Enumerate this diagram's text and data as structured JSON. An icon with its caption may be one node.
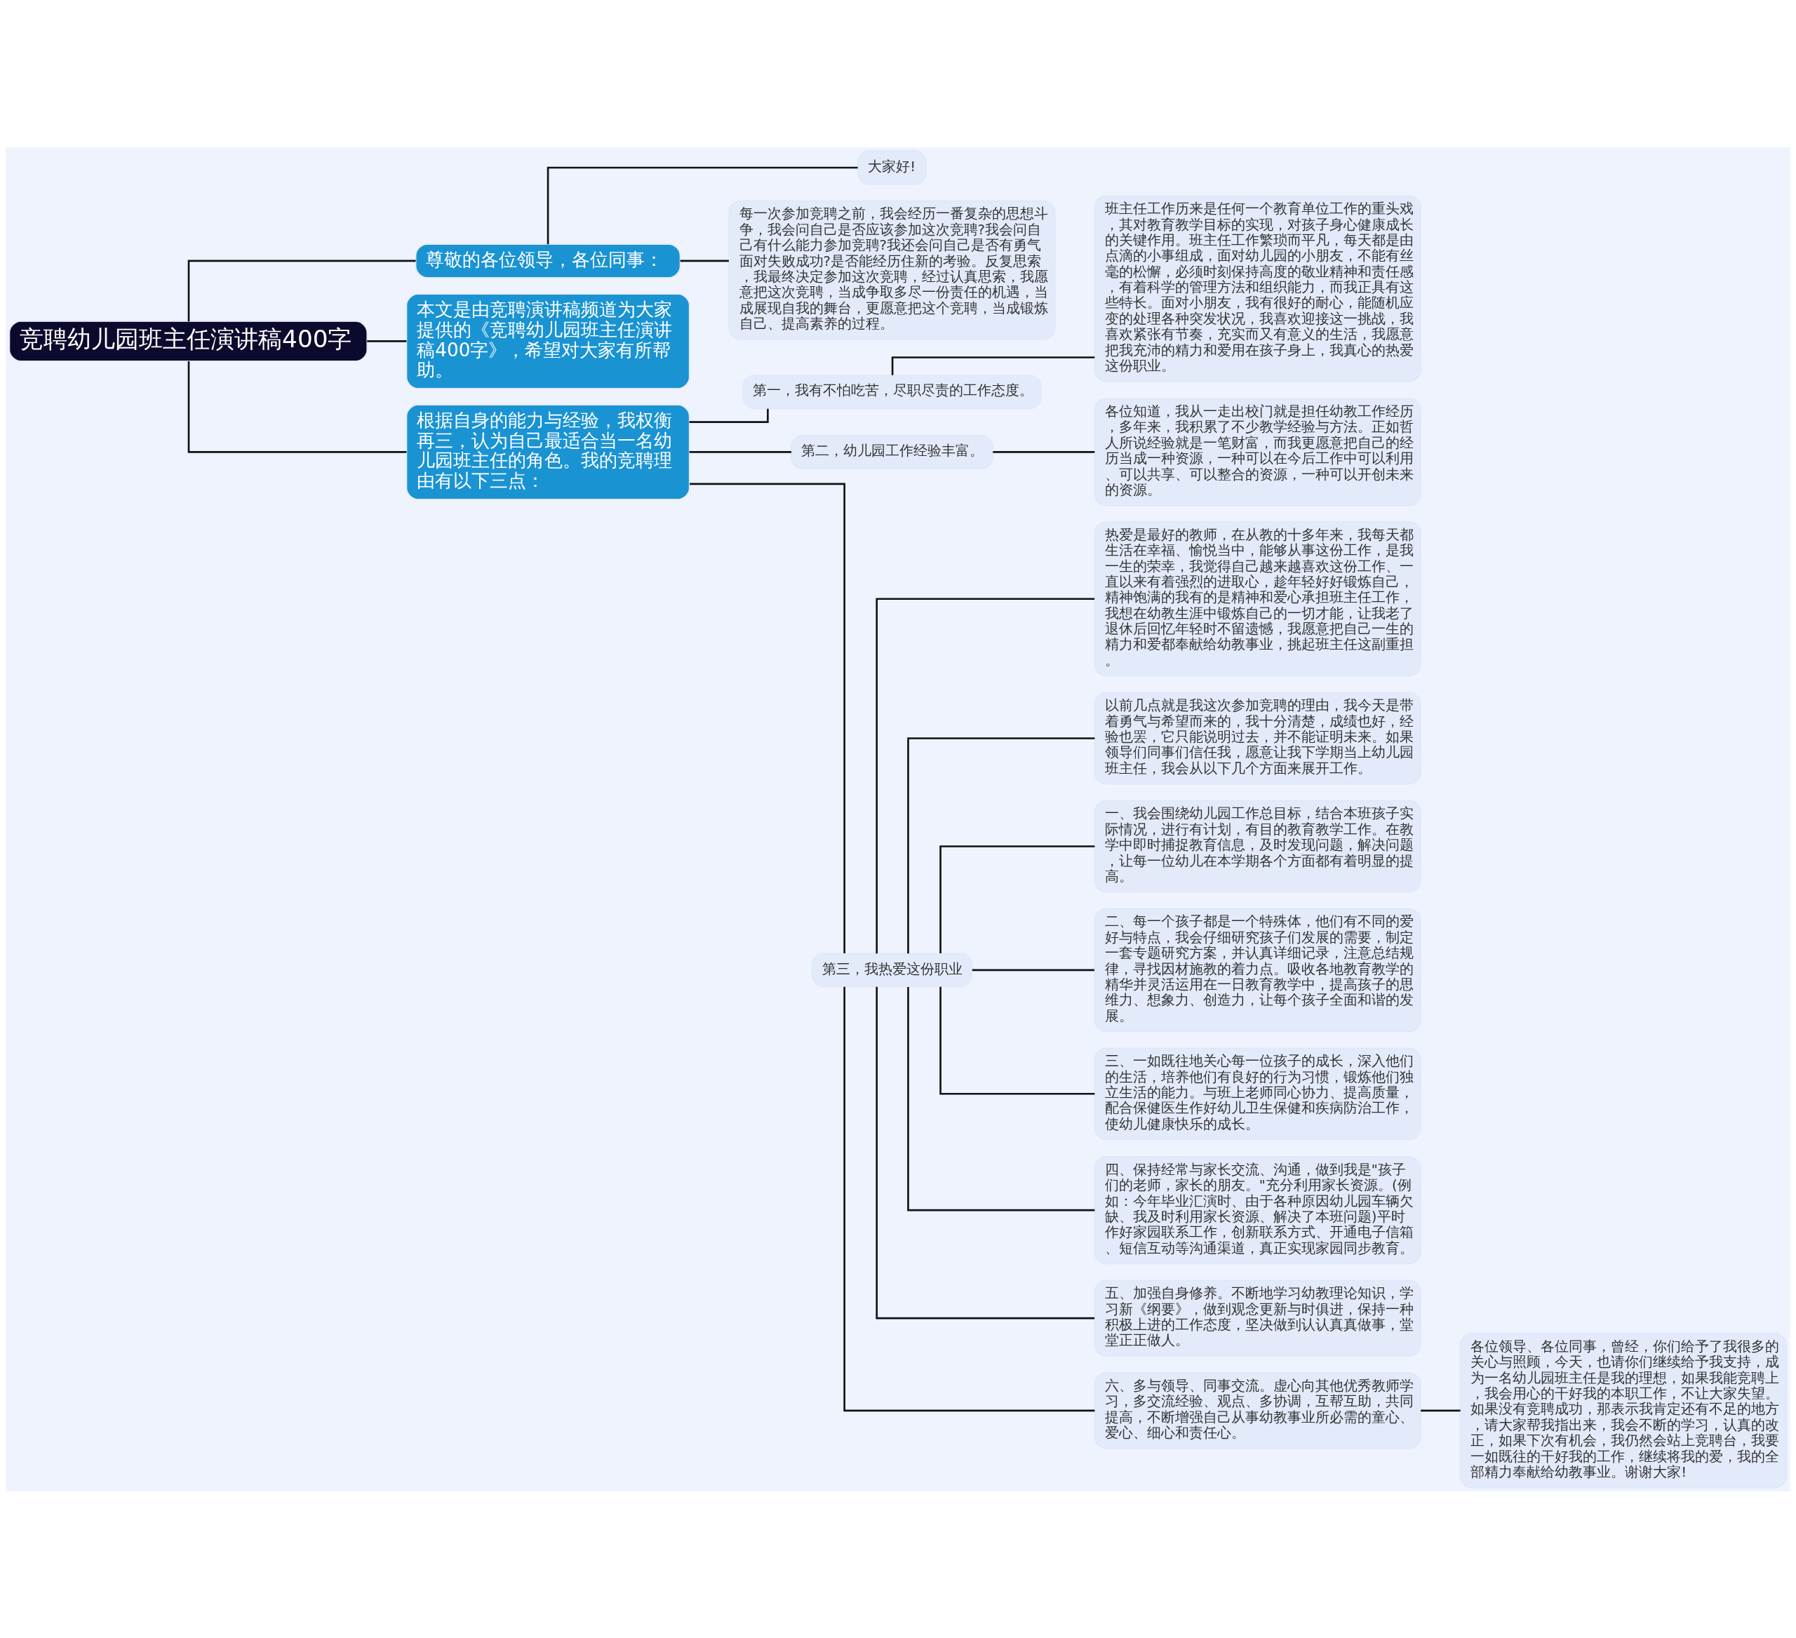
{
  "diagram": {
    "nodes": [
      {
        "text": [
          "竞聘幼儿园班主任演讲稿400字"
        ]
      },
      {
        "text": [
          "尊敬的各位领导，各位同事："
        ]
      },
      {
        "text": [
          "大家好!"
        ]
      },
      {
        "text": [
          "每一次参加竞聘之前，我会经历一番复杂的思想斗争，我会问自己是否应该参加这次竞聘?我会问自己有什么能力参加竞聘?我还会问自己是否有勇气面对失败成功?是否能经历住新的考验。反复思索，我最终决定参加这次竞聘，经过认真思索，我愿意把这次竞聘，当成争取多尽一份责任的机遇，当成展现自我的舞台，更愿意把这个竞聘，当成锻炼自己、提高素养的过程。"
        ]
      },
      {
        "text": [
          "本文是由竞聘演讲稿频道为大家提供的《竞聘幼儿园班主任演讲稿400字》，希望对大家有所帮助。"
        ]
      },
      {
        "text": [
          "根据自身的能力与经验，我权衡再三，认为自己最适合当一名幼儿园班主任的角色。我的竞聘理由有以下三点："
        ]
      },
      {
        "text": [
          "第一，我有不怕吃苦，尽职尽责的工作态度。"
        ]
      },
      {
        "text": [
          "班主任工作历来是任何一个教育单位工作的重头戏，其对教育教学目标的实现，对孩子身心健康成长的关键作用。班主任工作繁琐而平凡，每天都是由点滴的小事组成，面对幼儿园的小朋友，不能有丝毫的松懈，必须时刻保持高度的敬业精神和责任感，有着科学的管理方法和组织能力，而我正具有这些特长。面对小朋友，我有很好的耐心，能随机应变的处理各种突发状况，我喜欢迎接这一挑战，我喜欢紧张有节奏，充实而又有意义的生活，我愿意把我充沛的精力和爱用在孩子身上，我真心的热爱这份职业。"
        ]
      },
      {
        "text": [
          "第二，幼儿园工作经验丰富。"
        ]
      },
      {
        "text": [
          "各位知道，我从一走出校门就是担任幼教工作经历，多年来，我积累了不少教学经验与方法。正如哲人所说经验就是一笔财富，而我更愿意把自己的经历当成一种资源，一种可以在今后工作中可以利用、可以共享、可以整合的资源，一种可以开创未来的资源。"
        ]
      },
      {
        "text": [
          "第三，我热爱这份职业"
        ]
      },
      {
        "text": [
          "热爱是最好的教师，在从教的十多年来，我每天都生活在幸福、愉悦当中，能够从事这份工作，是我一生的荣幸，我觉得自己越来越喜欢这份工作、一直以来有着强烈的进取心，趁年轻好好锻炼自己，精神饱满的我有的是精神和爱心承担班主任工作，我想在幼教生涯中锻炼自己的一切才能，让我老了退休后回忆年轻时不留遗憾，我愿意把自己一生的精力和爱都奉献给幼教事业，挑起班主任这副重担。"
        ]
      },
      {
        "text": [
          "以前几点就是我这次参加竞聘的理由，我今天是带着勇气与希望而来的，我十分清楚，成绩也好，经验也罢，它只能说明过去，并不能证明未来。如果领导们同事们信任我，愿意让我下学期当上幼儿园班主任，我会从以下几个方面来展开工作。"
        ]
      },
      {
        "text": [
          "一、我会围绕幼儿园工作总目标，结合本班孩子实际情况，进行有计划，有目的教育教学工作。在教学中即时捕捉教育信息，及时发现问题，解决问题，让每一位幼儿在本学期各个方面都有着明显的提高。"
        ]
      },
      {
        "text": [
          "二、每一个孩子都是一个特殊体，他们有不同的爱好与特点，我会仔细研究孩子们发展的需要，制定一套专题研究方案，并认真详细记录，注意总结规律，寻找因材施教的着力点。吸收各地教育教学的精华并灵活运用在一日教育教学中，提高孩子的思维力、想象力、创造力，让每个孩子全面和谐的发展。"
        ]
      },
      {
        "text": [
          "三、一如既往地关心每一位孩子的成长，深入他们的生活，培养他们有良好的行为习惯，锻炼他们独立生活的能力。与班上老师同心协力、提高质量，配合保健医生作好幼儿卫生保健和疾病防治工作，使幼儿健康快乐的成长。"
        ]
      },
      {
        "text": [
          "四、保持经常与家长交流、沟通，做到我是\"孩子们的老师，家长的朋友。\"充分利用家长资源。(例如：今年毕业汇演时、由于各种原因幼儿园车辆欠缺、我及时利用家长资源、解决了本班问题)平时作好家园联系工作，创新联系方式、开通电子信箱、短信互动等沟通渠道，真正实现家园同步教育。"
        ]
      },
      {
        "text": [
          "五、加强自身修养。不断地学习幼教理论知识，学习新《纲要》，做到观念更新与时俱进，保持一种积极上进的工作态度，坚决做到认认真真做事，堂堂正正做人。"
        ]
      },
      {
        "text": [
          "六、多与领导、同事交流。虚心向其他优秀教师学习，多交流经验、观点、多协调，互帮互助，共同提高，不断增强自己从事幼教事业所必需的童心、爱心、细心和责任心。"
        ]
      },
      {
        "text": [
          "各位领导、各位同事，曾经，你们给予了我很多的关心与照顾，今天，也请你们继续给予我支持，成为一名幼儿园班主任是我的理想，如果我能竞聘上，我会用心的干好我的本职工作，不让大家失望。如果没有竞聘成功，那表示我肯定还有不足的地方，请大家帮我指出来，我会不断的学习，认真的改正，如果下次有机会，我仍然会站上竞聘台，我要一如既往的干好我的工作，继续将我的爱，我的全部精力奉献给幼教事业。谢谢大家!"
        ]
      }
    ],
    "edges": [
      {
        "from": 0,
        "to": 1,
        "arrow": "none"
      },
      {
        "from": 1,
        "to": 2,
        "arrow": "none"
      },
      {
        "from": 1,
        "to": 3,
        "arrow": "none"
      },
      {
        "from": 0,
        "to": 4,
        "arrow": "none"
      },
      {
        "from": 0,
        "to": 5,
        "arrow": "none"
      },
      {
        "from": 5,
        "to": 6,
        "arrow": "none"
      },
      {
        "from": 6,
        "to": 7,
        "arrow": "none"
      },
      {
        "from": 5,
        "to": 8,
        "arrow": "none"
      },
      {
        "from": 8,
        "to": 9,
        "arrow": "none"
      },
      {
        "from": 5,
        "to": 10,
        "arrow": "none"
      },
      {
        "from": 10,
        "to": 11,
        "arrow": "none"
      },
      {
        "from": 10,
        "to": 12,
        "arrow": "none"
      },
      {
        "from": 10,
        "to": 13,
        "arrow": "none"
      },
      {
        "from": 10,
        "to": 14,
        "arrow": "none"
      },
      {
        "from": 10,
        "to": 15,
        "arrow": "none"
      },
      {
        "from": 10,
        "to": 16,
        "arrow": "none"
      },
      {
        "from": 10,
        "to": 17,
        "arrow": "none"
      },
      {
        "from": 10,
        "to": 18,
        "arrow": "none"
      },
      {
        "from": 18,
        "to": 19,
        "arrow": "none"
      }
    ]
  }
}
